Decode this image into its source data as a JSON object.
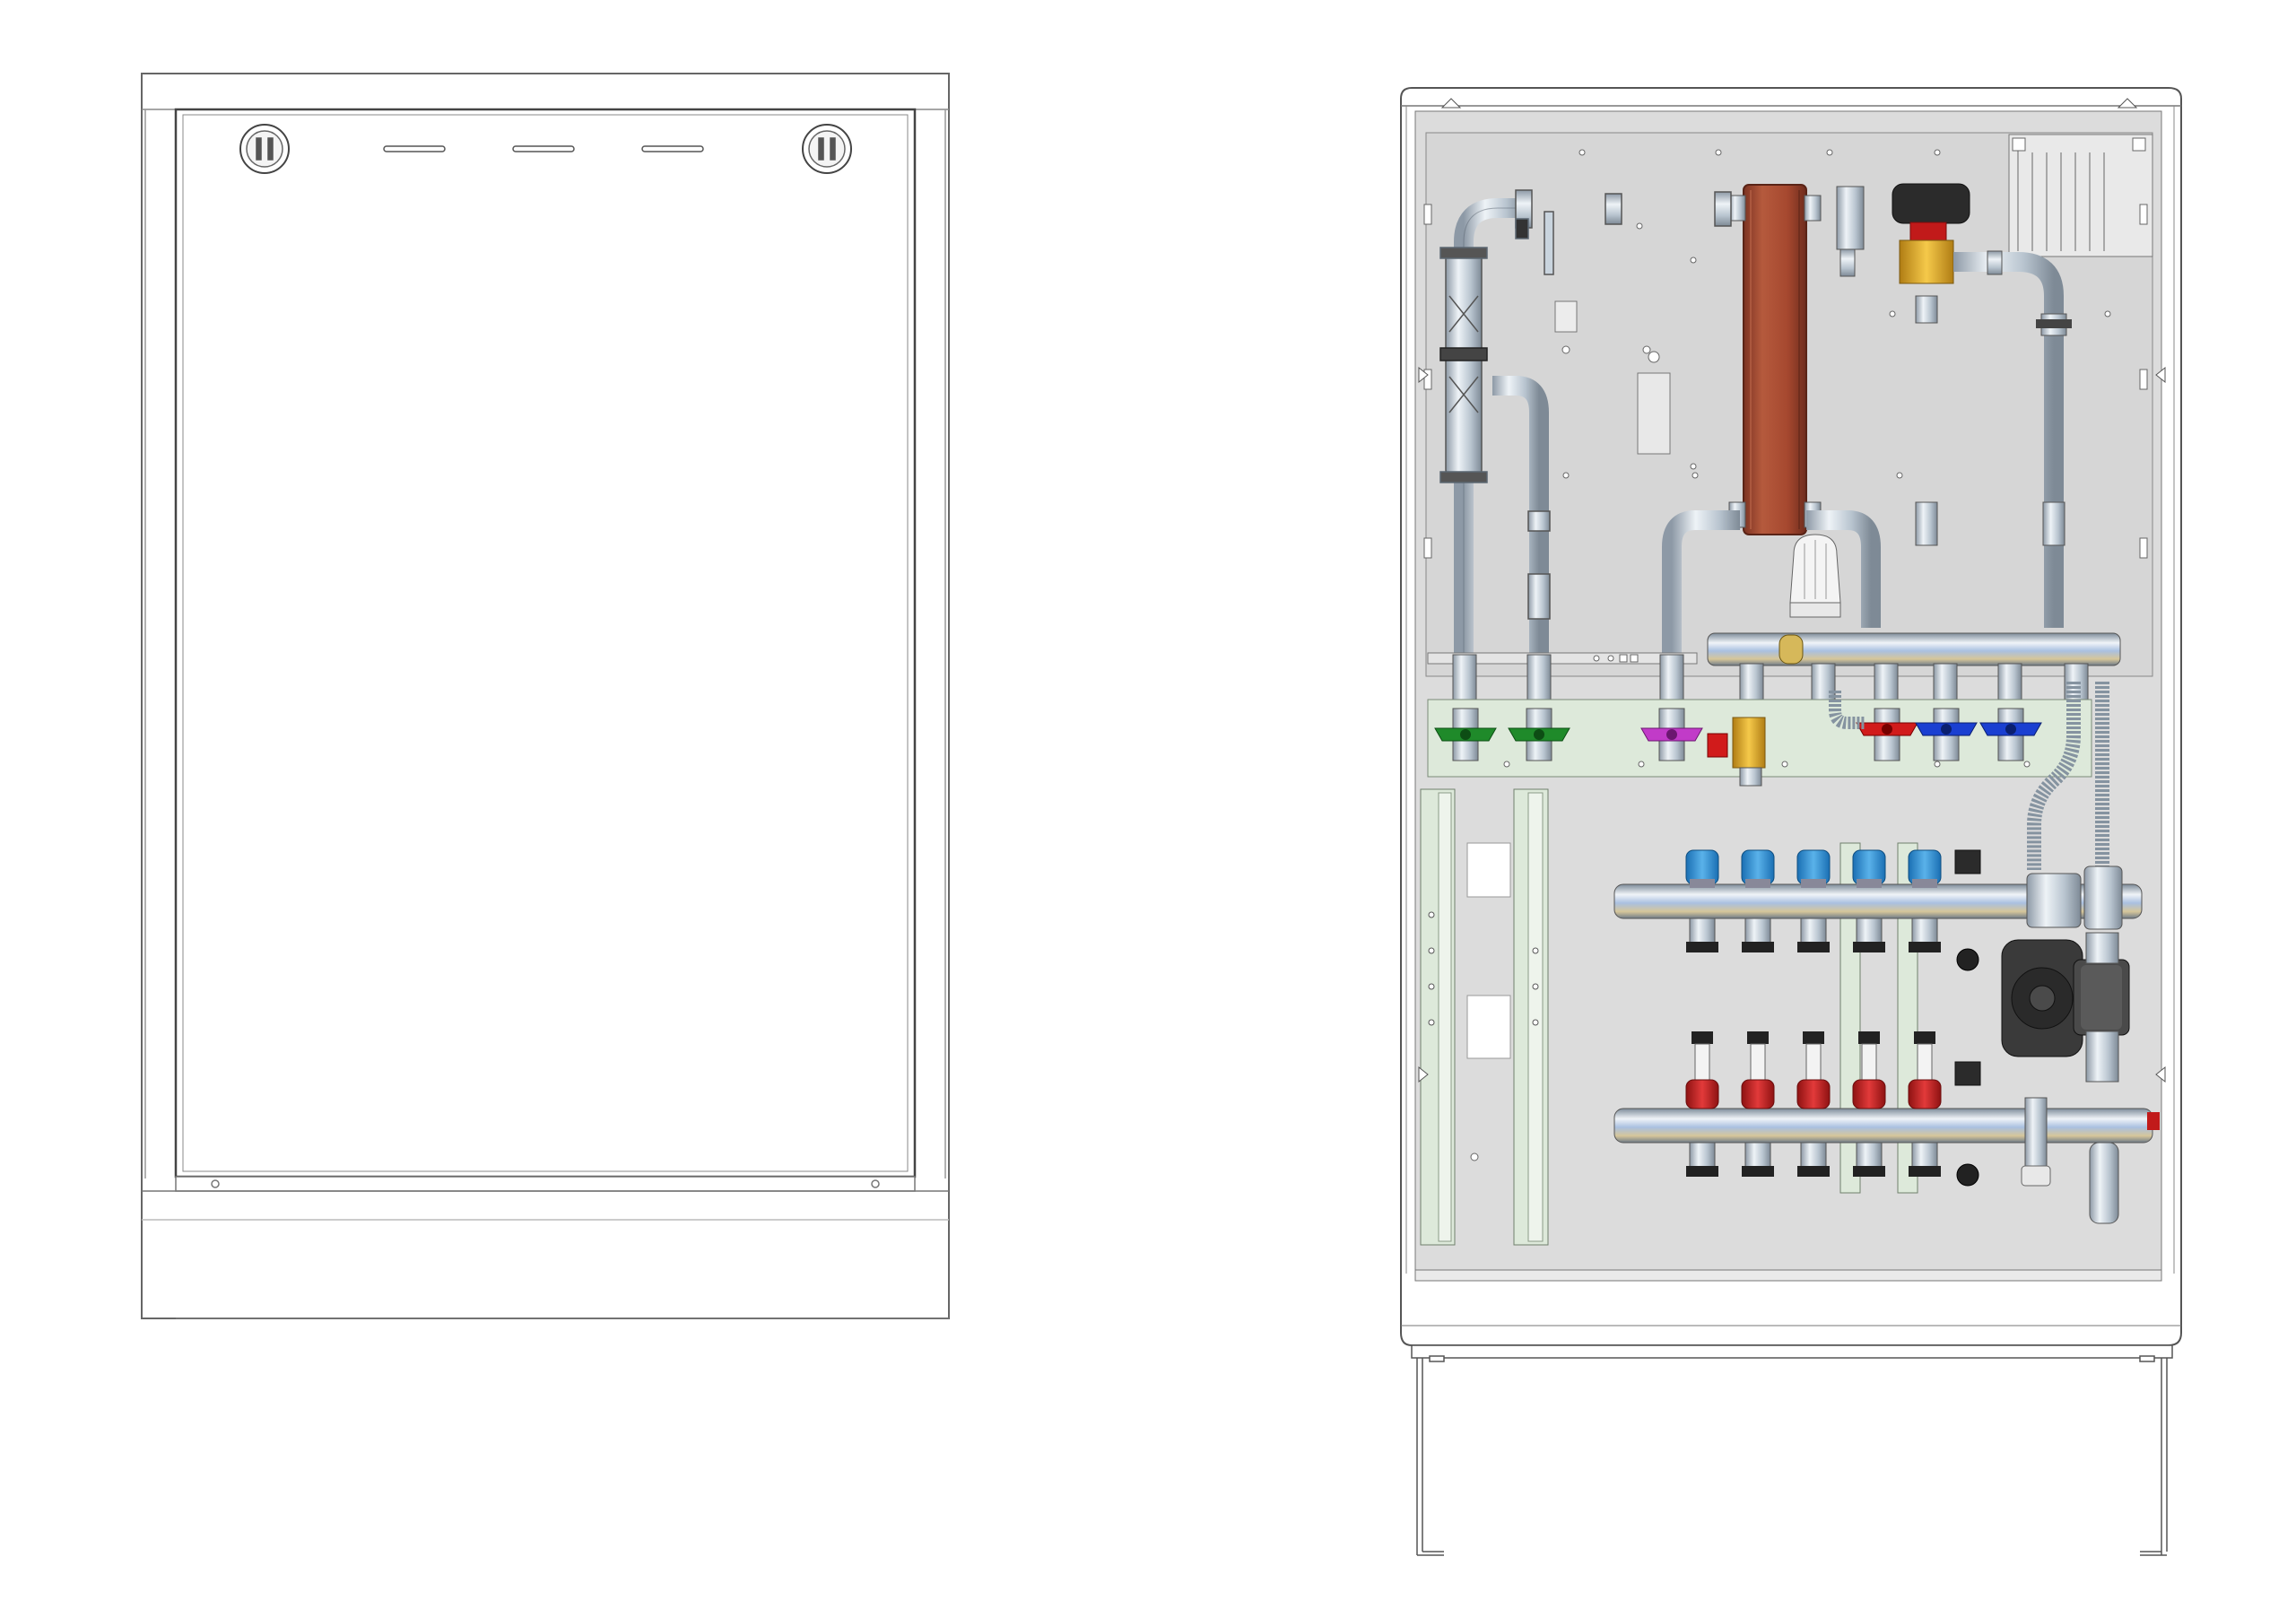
{
  "figure": {
    "views": [
      {
        "id": "front-closed",
        "component": "cabinet-with-closed-door"
      },
      {
        "id": "front-open",
        "component": "cabinet-with-open-interior"
      }
    ],
    "components": {
      "door_locks": 2,
      "door_vent_slots": 3,
      "plate_heat_exchanger": {
        "color": "#a6482f"
      },
      "ball_valves": [
        {
          "color": "#1f8a2a"
        },
        {
          "color": "#1f8a2a"
        },
        {
          "color": "#c13bc8"
        },
        {
          "color": "#d11b1b"
        },
        {
          "color": "#1a3fd1"
        },
        {
          "color": "#1a3fd1"
        }
      ],
      "manifold_upper_caps": {
        "count": 5,
        "color": "#2a8fd6"
      },
      "manifold_lower_caps": {
        "count": 5,
        "color": "#c81e1e"
      },
      "actuator": {
        "color": "#c11a1a"
      },
      "mixing_valve": {
        "color": "#e0a82a"
      },
      "pump": {
        "color": "#3a3a3a"
      },
      "mounting_plate_color": "#dde9da",
      "back_panel_color": "#dcdcdc",
      "pipe_color": "#c9d4de"
    }
  }
}
